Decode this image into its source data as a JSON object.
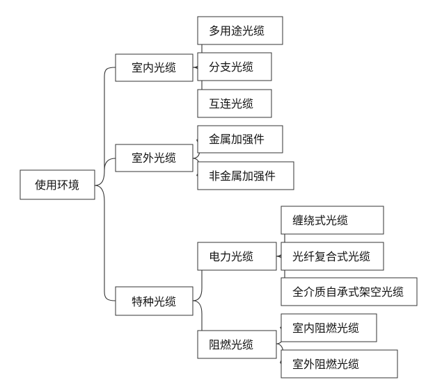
{
  "diagram": {
    "root": "使用环境",
    "indoor": {
      "label": "室内光缆",
      "items": [
        "多用途光缆",
        "分支光缆",
        "互连光缆"
      ]
    },
    "outdoor": {
      "label": "室外光缆",
      "items": [
        "金属加强件",
        "非金属加强件"
      ]
    },
    "special": {
      "label": "特种光缆",
      "power": {
        "label": "电力光缆",
        "items": [
          "缠绕式光缆",
          "光纤复合式光缆",
          "全介质自承式架空光缆"
        ]
      },
      "flame": {
        "label": "阻燃光缆",
        "items": [
          "室内阻燃光缆",
          "室外阻燃光缆"
        ]
      }
    }
  }
}
